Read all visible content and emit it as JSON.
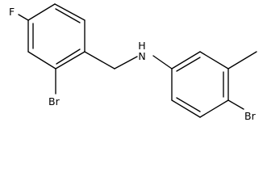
{
  "colors": {
    "bond": "#000000",
    "background": "#ffffff"
  },
  "atoms": {
    "fluorine": "F",
    "bromine_left": "Br",
    "nitrogen": "N",
    "hydrogen": "H",
    "bromine_right": "Br"
  }
}
